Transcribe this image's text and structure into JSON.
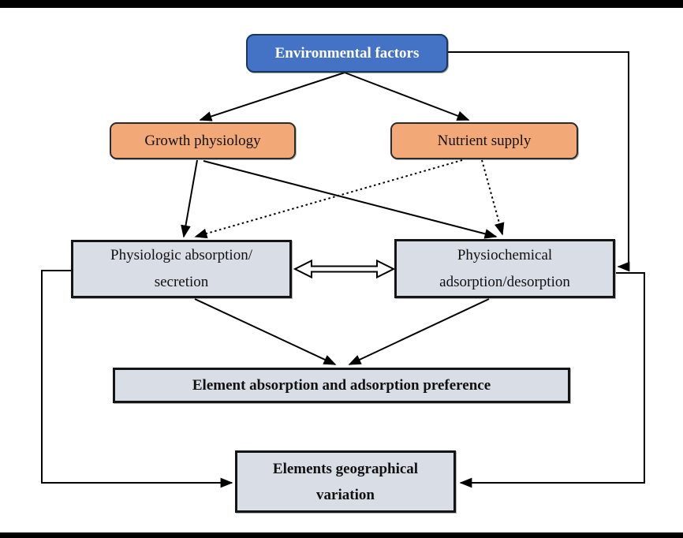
{
  "diagram": {
    "nodes": {
      "environmental_factors": {
        "label": "Environmental factors",
        "fill": "#4472C4",
        "text_color": "#FFFFFF",
        "shape": "rounded-rect"
      },
      "growth_physiology": {
        "label": "Growth physiology",
        "fill": "#F3A977",
        "text_color": "#111111",
        "shape": "rounded-rect"
      },
      "nutrient_supply": {
        "label": "Nutrient supply",
        "fill": "#F3A977",
        "text_color": "#111111",
        "shape": "rounded-rect"
      },
      "physiologic": {
        "line1": "Physiologic absorption/",
        "line2": "secretion",
        "fill": "#D9DDE6",
        "text_color": "#111111",
        "shape": "rect"
      },
      "physiochemical": {
        "line1": "Physiochemical",
        "line2": "adsorption/desorption",
        "fill": "#D9DDE6",
        "text_color": "#111111",
        "shape": "rect"
      },
      "preference": {
        "label": "Element absorption and adsorption preference",
        "fill": "#D9DDE6",
        "text_color": "#111111",
        "shape": "rect",
        "bold": true
      },
      "geographical": {
        "line1": "Elements geographical",
        "line2": "variation",
        "fill": "#D9DDE6",
        "text_color": "#111111",
        "shape": "rect",
        "bold": true
      }
    },
    "edges": [
      {
        "from": "environmental_factors",
        "to": "growth_physiology",
        "style": "solid-arrow"
      },
      {
        "from": "environmental_factors",
        "to": "nutrient_supply",
        "style": "solid-arrow"
      },
      {
        "from": "environmental_factors",
        "to": "physiochemical",
        "style": "solid-arrow-elbow-right-side"
      },
      {
        "from": "growth_physiology",
        "to": "physiologic",
        "style": "solid-arrow"
      },
      {
        "from": "growth_physiology",
        "to": "physiochemical",
        "style": "solid-arrow"
      },
      {
        "from": "nutrient_supply",
        "to": "physiologic",
        "style": "dotted-arrow"
      },
      {
        "from": "nutrient_supply",
        "to": "physiochemical",
        "style": "dotted-arrow"
      },
      {
        "from": "physiologic",
        "to": "physiochemical",
        "style": "hollow-double-arrow"
      },
      {
        "from": "physiologic",
        "to": "preference",
        "style": "solid-arrow"
      },
      {
        "from": "physiochemical",
        "to": "preference",
        "style": "solid-arrow"
      },
      {
        "from": "physiologic",
        "to": "geographical",
        "style": "solid-arrow-elbow-left-side"
      },
      {
        "from": "physiochemical",
        "to": "geographical",
        "style": "solid-arrow-elbow-right-side"
      }
    ],
    "colors": {
      "line": "#000000",
      "background": "#FFFFFF",
      "letterbox_bars": "#000000",
      "blue_node": "#4472C4",
      "orange_node": "#F3A977",
      "gray_node": "#D9DDE6"
    }
  }
}
